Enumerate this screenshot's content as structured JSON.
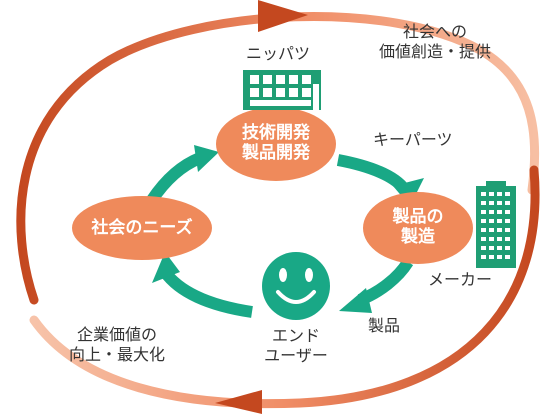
{
  "diagram": {
    "nodes": {
      "tech_dev": "技術開発\n製品開発",
      "manufacturing": "製品の\n製造",
      "social_needs": "社会のニーズ"
    },
    "labels": {
      "nippatsu": "ニッパツ",
      "social_value": "社会への\n価値創造・提供",
      "key_parts": "キーパーツ",
      "maker": "メーカー",
      "product": "製品",
      "end_user": "エンド\nユーザー",
      "corp_value": "企業価値の\n向上・最大化"
    },
    "colors": {
      "orange_node": "#ef8a5b",
      "green_arrow": "#19a886",
      "outer_dark": "#c4481f",
      "outer_light": "#f4a884",
      "building_green": "#1f9e74"
    },
    "icons": {
      "factory": "factory-building-icon",
      "tower": "office-tower-icon",
      "user": "smiley-face-icon"
    }
  }
}
